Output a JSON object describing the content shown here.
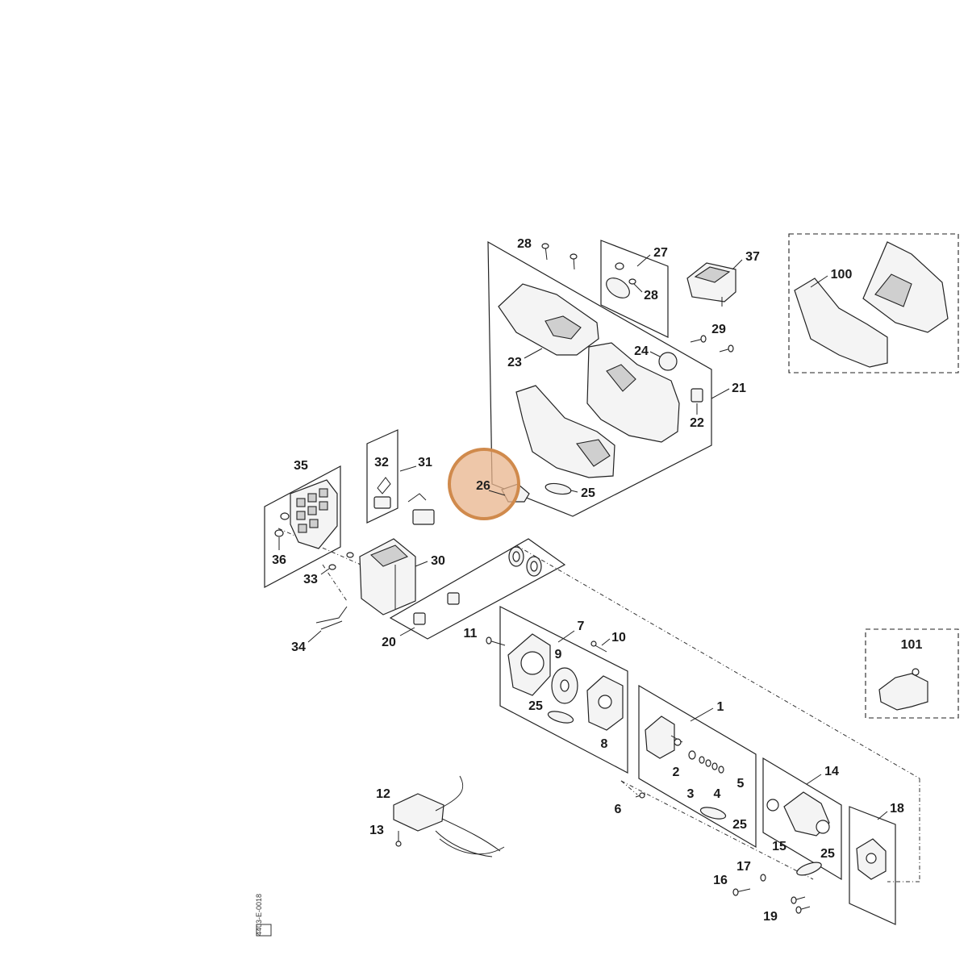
{
  "callouts": [
    {
      "id": "c28a",
      "text": "28"
    },
    {
      "id": "c27",
      "text": "27"
    },
    {
      "id": "c28b",
      "text": "28"
    },
    {
      "id": "c37",
      "text": "37"
    },
    {
      "id": "c100",
      "text": "100"
    },
    {
      "id": "c23",
      "text": "23"
    },
    {
      "id": "c24",
      "text": "24"
    },
    {
      "id": "c29",
      "text": "29"
    },
    {
      "id": "c21",
      "text": "21"
    },
    {
      "id": "c22",
      "text": "22"
    },
    {
      "id": "c35",
      "text": "35"
    },
    {
      "id": "c32",
      "text": "32"
    },
    {
      "id": "c31",
      "text": "31"
    },
    {
      "id": "c26",
      "text": "26"
    },
    {
      "id": "c25a",
      "text": "25"
    },
    {
      "id": "c36",
      "text": "36"
    },
    {
      "id": "c33",
      "text": "33"
    },
    {
      "id": "c30",
      "text": "30"
    },
    {
      "id": "c34",
      "text": "34"
    },
    {
      "id": "c20",
      "text": "20"
    },
    {
      "id": "c11",
      "text": "11"
    },
    {
      "id": "c7",
      "text": "7"
    },
    {
      "id": "c10",
      "text": "10"
    },
    {
      "id": "c9",
      "text": "9"
    },
    {
      "id": "c101",
      "text": "101"
    },
    {
      "id": "c25b",
      "text": "25"
    },
    {
      "id": "c8",
      "text": "8"
    },
    {
      "id": "c1",
      "text": "1"
    },
    {
      "id": "c2",
      "text": "2"
    },
    {
      "id": "c3",
      "text": "3"
    },
    {
      "id": "c4",
      "text": "4"
    },
    {
      "id": "c5",
      "text": "5"
    },
    {
      "id": "c14",
      "text": "14"
    },
    {
      "id": "c12",
      "text": "12"
    },
    {
      "id": "c6",
      "text": "6"
    },
    {
      "id": "c25c",
      "text": "25"
    },
    {
      "id": "c18",
      "text": "18"
    },
    {
      "id": "c13",
      "text": "13"
    },
    {
      "id": "c15",
      "text": "15"
    },
    {
      "id": "c25d",
      "text": "25"
    },
    {
      "id": "c17",
      "text": "17"
    },
    {
      "id": "c16",
      "text": "16"
    },
    {
      "id": "c19",
      "text": "19"
    }
  ],
  "highlight": {
    "label": "26",
    "color": "#e8b48c",
    "ring_color": "#d08a4c"
  },
  "stamp": {
    "text": "4403-E-0018"
  },
  "colors": {
    "line": "#222222",
    "background": "#ffffff"
  }
}
